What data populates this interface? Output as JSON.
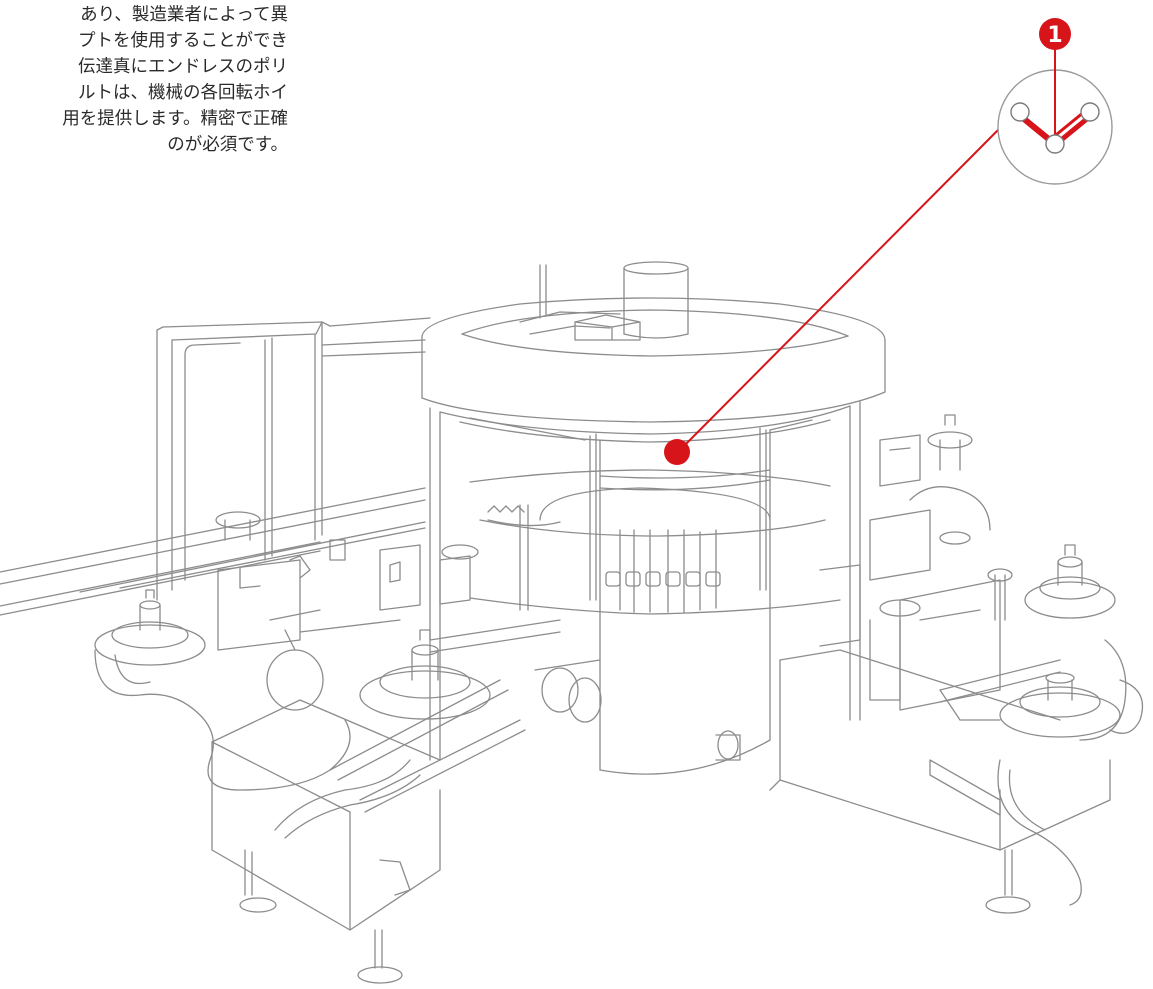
{
  "description_text": {
    "lines": [
      "あり、製造業者によって異",
      "プトを使用することができ",
      "伝達真にエンドレスのポリ",
      "ルトは、機械の各回転ホイ",
      "用を提供します。精密で正確",
      "のが必須です。"
    ]
  },
  "callout": {
    "number": "1",
    "icon": "belt-pulley-icon",
    "accent_color": "#d7141a"
  },
  "colors": {
    "line": "#8c8c8c",
    "accent": "#d7141a",
    "background": "#ffffff"
  }
}
